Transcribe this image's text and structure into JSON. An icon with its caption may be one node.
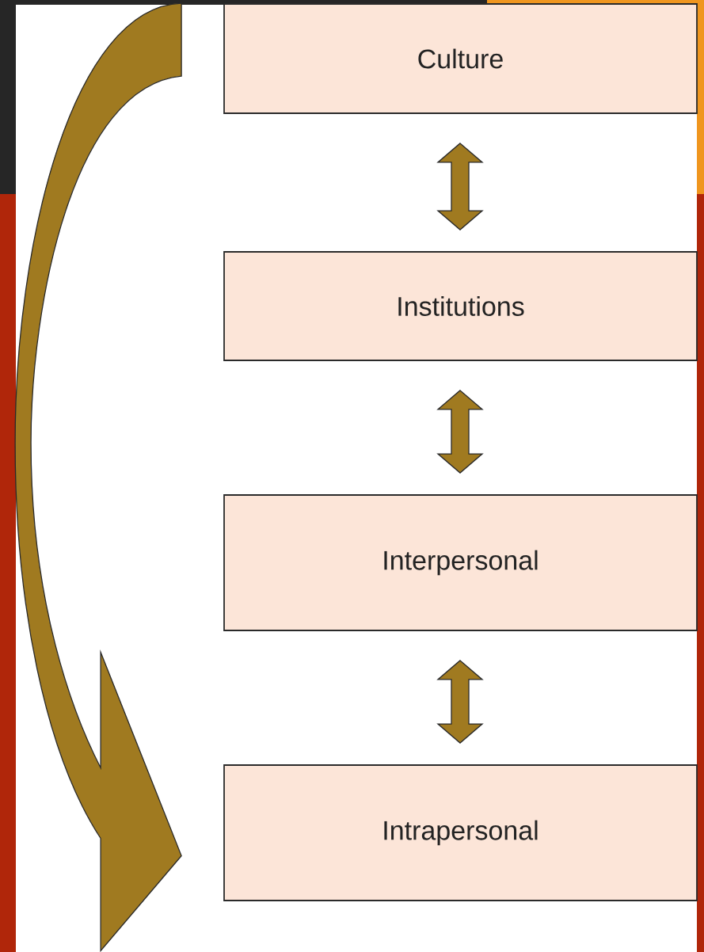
{
  "diagram": {
    "nodes": [
      {
        "text": [
          "Culture"
        ]
      },
      {
        "text": [
          "Institutions"
        ]
      },
      {
        "text": [
          "Interpersonal"
        ]
      },
      {
        "text": [
          "Intrapersonal"
        ]
      }
    ],
    "edges": [
      {
        "from": 0,
        "to": 1,
        "arrow": "both"
      },
      {
        "from": 1,
        "to": 2,
        "arrow": "both"
      },
      {
        "from": 2,
        "to": 3,
        "arrow": "both"
      },
      {
        "from": 0,
        "to": 3,
        "arrow": "to"
      }
    ]
  }
}
